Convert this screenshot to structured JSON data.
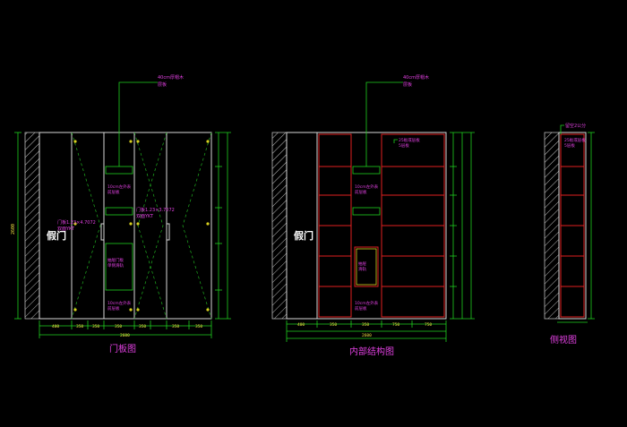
{
  "drawing": {
    "door_panel_view": {
      "title": "门板图",
      "fake_door_label": "假门",
      "top_note": [
        "40cm厚帽木",
        "层板"
      ],
      "note_left": [
        "门板1.23×4.7072",
        "双面YKT"
      ],
      "note_right": [
        "门板1.23×3.7072",
        "双面YKT"
      ],
      "note_mid_upper": [
        "10cm左外表",
        "前层板"
      ],
      "note_mid_lower": [
        "抽屉门板",
        "单侧滑轨"
      ],
      "note_bottom": [
        "10cm左外表",
        "前层板"
      ],
      "height_label": "2600",
      "bottom_dims": [
        "400",
        "350",
        "350",
        "350",
        "350",
        "350",
        "350"
      ],
      "total_dim": "2600"
    },
    "internal_structure_view": {
      "title": "内部结构图",
      "fake_door_label": "假门",
      "top_note": [
        "40cm厚帽木",
        "层板"
      ],
      "right_note": [
        "25板或层板",
        "5层板"
      ],
      "note_mid": [
        "10cm左外表",
        "前层板"
      ],
      "note_drawer": [
        "抽屉",
        "滑轨"
      ],
      "note_bottom": [
        "10cm左外表",
        "前层板"
      ],
      "bottom_dims": [
        "400",
        "350",
        "350",
        "750",
        "750"
      ],
      "total_dim": "2600"
    },
    "side_view": {
      "title": "侧视图",
      "top_note": "留空2公分",
      "right_note": [
        "25板或层板",
        "5层板"
      ]
    }
  },
  "colors": {
    "background": "#000000",
    "outline": "#d8d8d8",
    "structure": "#e02020",
    "dimension": "#20d020",
    "annotation": "#e040e0",
    "title": "#e040e0",
    "label": "#ffffff"
  }
}
